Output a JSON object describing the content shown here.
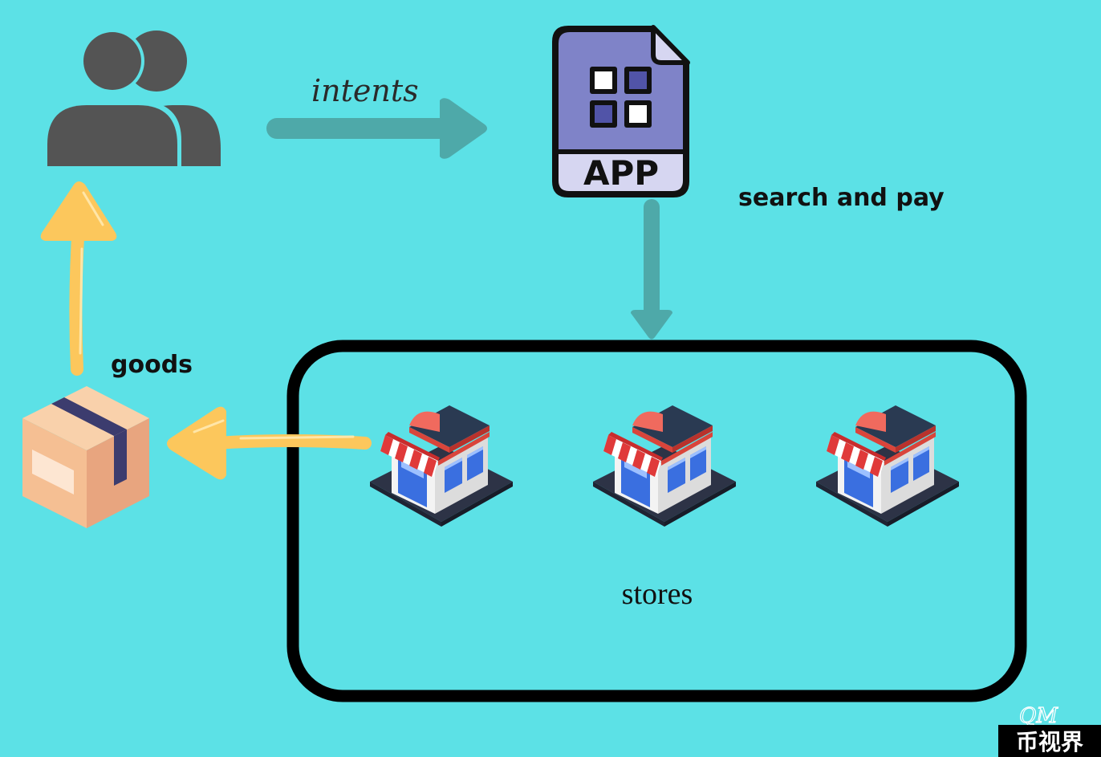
{
  "labels": {
    "intents": "intents",
    "search_and_pay": "search and pay",
    "goods": "goods",
    "stores": "stores",
    "app": "APP"
  },
  "watermark": {
    "signature": "QM",
    "text": "币视界"
  },
  "icons": {
    "users": "users-icon",
    "app": "app-file-icon",
    "package": "package-icon",
    "store": "store-icon"
  },
  "stores_count": 3,
  "colors": {
    "background": "#5ce1e6",
    "teal_arrow": "#4ea9a9",
    "yellow_arrow": "#fcc75c",
    "users": "#545454",
    "app_body": "#7f83c8",
    "app_footer": "#d6d6f1",
    "box_front": "#f5bf93",
    "box_stripe": "#3c3c6e",
    "stores_frame": "#000000"
  }
}
